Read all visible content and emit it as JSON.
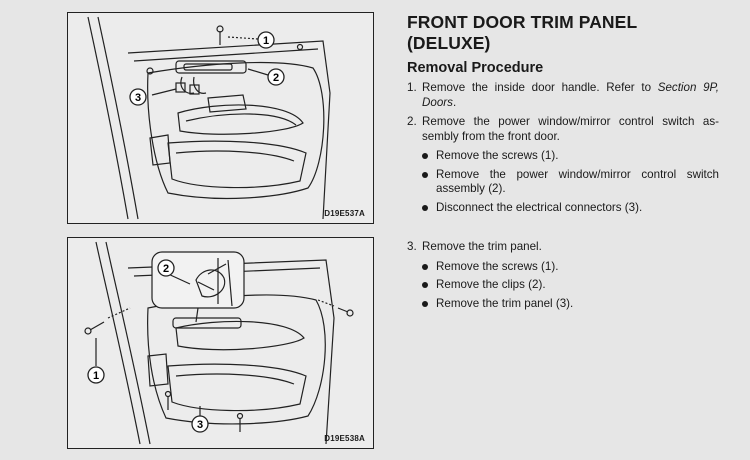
{
  "figures": [
    {
      "code": "D19E537A",
      "callouts": [
        "1",
        "2",
        "3"
      ]
    },
    {
      "code": "D19E538A",
      "callouts": [
        "1",
        "2",
        "3"
      ]
    }
  ],
  "title_line1": "FRONT DOOR TRIM PANEL",
  "title_line2": "(DELUXE)",
  "subhead": "Removal Procedure",
  "steps": [
    {
      "num": "1.",
      "text": "Remove the inside door handle. Refer to ",
      "ref": "Section 9P, Doors",
      "tail": "."
    },
    {
      "num": "2.",
      "text": "Remove the power window/mirror control switch as-sembly from the front door.",
      "bullets": [
        "Remove the screws (1).",
        "Remove the power window/mirror control switch assembly (2).",
        "Disconnect the electrical connectors (3)."
      ]
    },
    {
      "num": "3.",
      "text": "Remove the trim panel.",
      "bullets": [
        "Remove the screws (1).",
        "Remove the clips (2).",
        "Remove the trim panel (3)."
      ]
    }
  ]
}
